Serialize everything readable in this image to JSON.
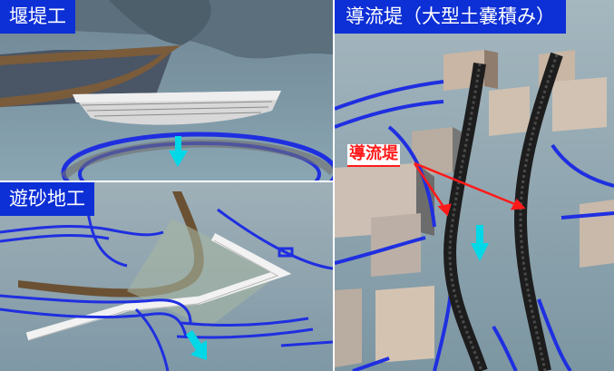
{
  "panels": {
    "weir": {
      "title": "堰堤工"
    },
    "basin": {
      "title": "遊砂地工"
    },
    "guide": {
      "title": "導流堤（大型土嚢積み）",
      "callout": "導流堤"
    }
  },
  "colors": {
    "label_bg": "#0d2fd6",
    "label_text": "#ffffff",
    "callout_text": "#ff1a1a",
    "flow_arrow": "#00d8e8",
    "channel_outline": "#1f2fe0"
  },
  "icons": {
    "flow": "flow-direction-arrow-icon"
  }
}
